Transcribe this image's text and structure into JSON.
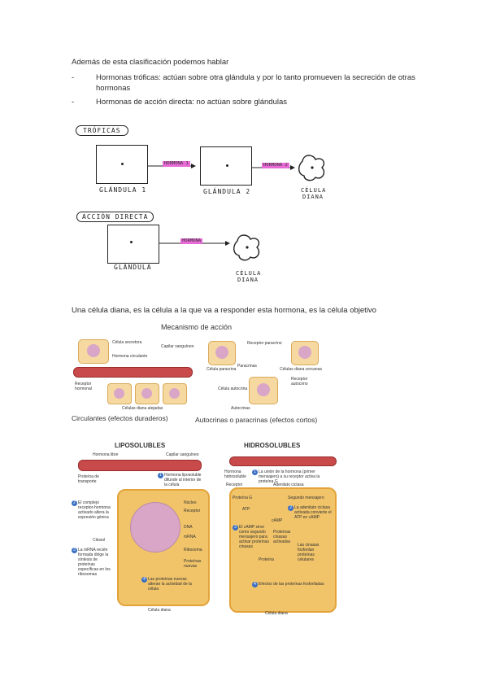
{
  "intro": "Además de esta clasificación podemos hablar",
  "bullets": [
    {
      "marker": "-",
      "text": "Hormonas tróficas: actúan sobre otra glándula y por lo tanto promueven la secreción de otras hormonas"
    },
    {
      "marker": "-",
      "text": "Hormonas de acción directa: no actúan sobre glándulas"
    }
  ],
  "sketch1": {
    "tag": "TRÓFICAS",
    "gland1": "GLÁNDULA 1",
    "gland2": "GLÁNDULA 2",
    "hormone1": "HORMONA 1",
    "hormone2": "HORMONA 2",
    "target_l1": "CÉLULA",
    "target_l2": "DIANA"
  },
  "sketch2": {
    "tag": "ACCIÓN DIRECTA",
    "gland": "GLÁNDULA",
    "hormone": "HORMONA",
    "target_l1": "CÉLULA",
    "target_l2": "DIANA"
  },
  "definition": "Una célula diana, es la célula a la que va a responder esta hormona, es la célula objetivo",
  "mechanism": {
    "title": "Mecanismo de acción",
    "left_caption": "Circulantes (efectos duraderos)",
    "right_caption": "Autocrinas o paracrinas (efectos cortos)",
    "labels": {
      "secretora": "Célula secretora",
      "capilar": "Capilar sanguíneo",
      "circulante": "Hormona circulante",
      "receptor": "Receptor hormonal",
      "dianas": "Células diana alejadas",
      "paracrina": "Célula paracrina",
      "receptor_paracrino": "Receptor paracrino",
      "paracrinas": "Paracrinas",
      "diana_cercana": "Células diana cercanas",
      "autocrina": "Célula autocrina",
      "receptor_autocrino": "Receptor autocrino",
      "autocrinas": "Autocrinas"
    }
  },
  "solubility": {
    "lipo_title": "LIPOSOLUBLES",
    "hidro_title": "HIDROSOLUBLES",
    "lipo_labels": {
      "hormona": "Hormona libre",
      "capilar": "Capilar sanguíneo",
      "proteina": "Proteína de transporte",
      "step1": "Hormona liposoluble difunde al interior de la célula",
      "step2": "El complejo receptor-hormona activado altera la expresión génica",
      "step3": "La mRNA recién formada dirige la síntesis de proteínas específicas en los ribosomas",
      "step4": "Las proteínas nuevas alteran la actividad de la célula",
      "nucleo": "Núcleo",
      "receptor": "Receptor",
      "dna": "DNA",
      "mrna": "mRNA",
      "citosol": "Citosol",
      "ribosoma": "Ribosoma",
      "proteinas": "Proteínas nuevas",
      "cell": "Célula diana"
    },
    "hidro_labels": {
      "hormona": "Hormona hidrosoluble",
      "receptor": "Receptor",
      "step1": "La unión de la hormona (primer mensajero) a su receptor activa la proteína G",
      "adenilato": "Adenilato ciclasa",
      "segundo": "Segundo mensajero",
      "protein_g": "Proteína G",
      "atp": "ATP",
      "camp": "cAMP",
      "step2": "La adenilato ciclasa activada convierte el ATP en cAMP",
      "step3": "El cAMP sirve como segundo mensajero para activar proteínas cinasas",
      "cinasas": "Proteínas cinasas activadas",
      "fosforilar": "Las cinasas fosforilan proteínas celulares",
      "proteina_p": "Proteína",
      "step4": "Efectos de las proteínas fosforiladas",
      "cell": "Célula diana"
    }
  }
}
